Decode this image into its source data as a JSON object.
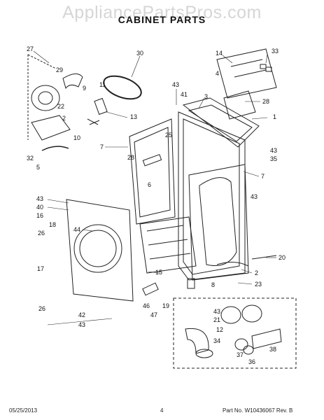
{
  "watermark": "AppliancePartsPros.com",
  "title": "CABINET PARTS",
  "callouts": [
    "27",
    "30",
    "14",
    "33",
    "29",
    "9",
    "4",
    "22",
    "11",
    "43",
    "41",
    "3",
    "28",
    "13",
    "1",
    "2",
    "10",
    "25",
    "7",
    "43",
    "35",
    "32",
    "5",
    "28",
    "6",
    "7",
    "43",
    "43",
    "40",
    "16",
    "18",
    "44",
    "26",
    "17",
    "15",
    "20",
    "2",
    "23",
    "8",
    "46",
    "19",
    "43",
    "47",
    "21",
    "12",
    "34",
    "38",
    "37",
    "36",
    "26",
    "42",
    "43"
  ],
  "footer": {
    "date": "05/25/2013",
    "page": "4",
    "part_no": "Part No.  W10436067  Rev. B"
  }
}
